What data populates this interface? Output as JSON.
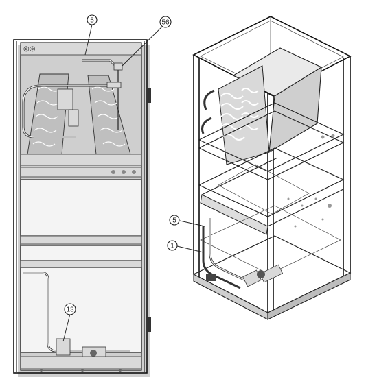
{
  "callouts": [
    {
      "id": "c5a",
      "label": "5"
    },
    {
      "id": "c56",
      "label": "56"
    },
    {
      "id": "c13",
      "label": "13"
    },
    {
      "id": "c5b",
      "label": "5"
    },
    {
      "id": "c1",
      "label": "1"
    }
  ]
}
